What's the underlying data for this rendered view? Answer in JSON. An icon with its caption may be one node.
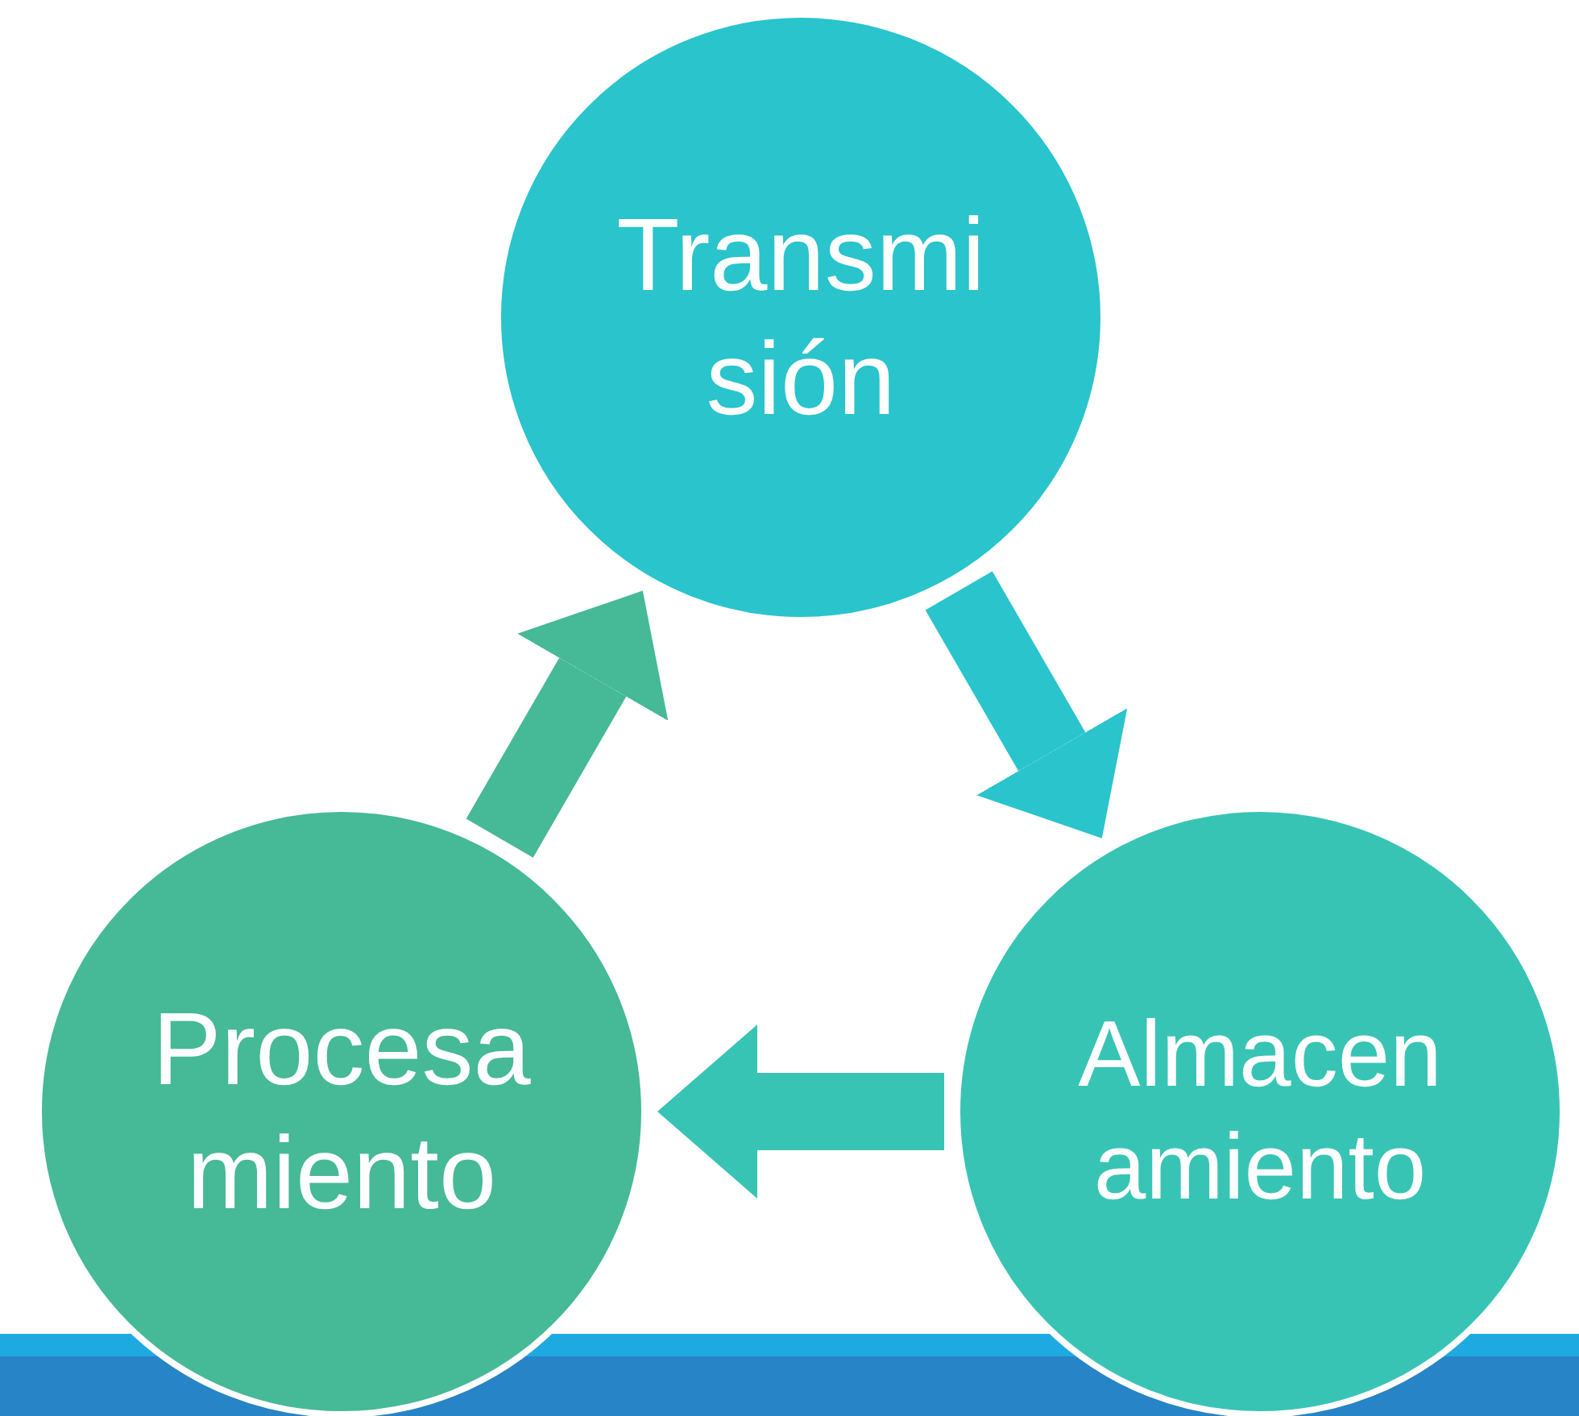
{
  "diagram": {
    "nodes": [
      {
        "text": [
          "Transmi sión"
        ]
      },
      {
        "text": [
          "Procesa miento"
        ]
      },
      {
        "text": [
          "Almacen amiento"
        ]
      }
    ],
    "edges": [
      {
        "from": 0,
        "to": 2,
        "arrow": "to",
        "color": "#29c4cc"
      },
      {
        "from": 2,
        "to": 1,
        "arrow": "to",
        "color": "#38c4b4"
      },
      {
        "from": 1,
        "to": 0,
        "arrow": "to",
        "color": "#46b996"
      }
    ]
  }
}
